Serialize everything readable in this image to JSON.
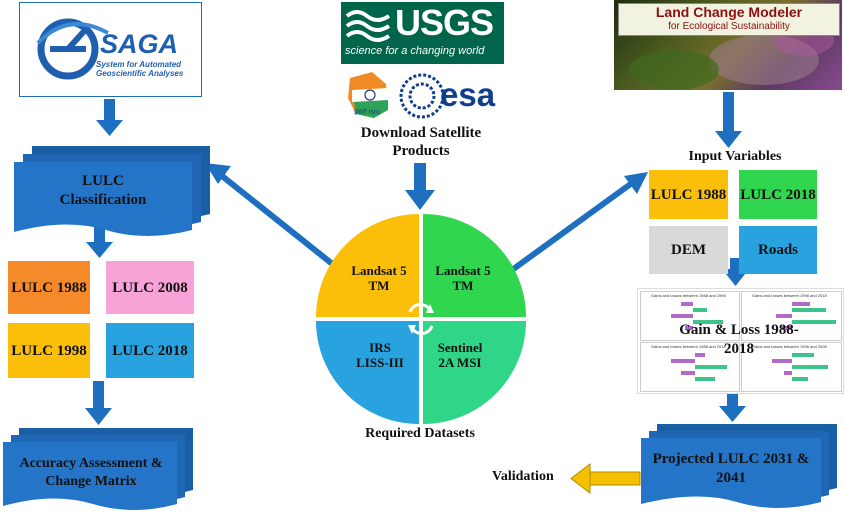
{
  "logos": {
    "saga": {
      "name": "SAGA",
      "subtitle": "System for Automated Geoscientific Analyses"
    },
    "usgs": {
      "name": "USGS",
      "tagline": "science for a changing world"
    },
    "esa": {
      "name": "esa"
    },
    "isro": {
      "name": "इसरो isro"
    },
    "lcm": {
      "title": "Land Change Modeler",
      "subtitle": "for Ecological Sustainability"
    }
  },
  "center": {
    "download_label": "Download Satellite Products",
    "required_label": "Required Datasets",
    "quadrants": {
      "tl": "Landsat 5 TM",
      "tr": "Landsat 5 TM",
      "bl": "IRS LISS-III",
      "br": "Sentinel 2A MSI"
    }
  },
  "left": {
    "classification": "LULC Classification",
    "lulc_1988": "LULC 1988",
    "lulc_2008": "LULC 2008",
    "lulc_1998": "LULC 1998",
    "lulc_2018": "LULC 2018",
    "accuracy": "Accuracy Assessment & Change Matrix"
  },
  "right": {
    "input_variables": "Input Variables",
    "lulc_1988": "LULC 1988",
    "lulc_2018": "LULC 2018",
    "dem": "DEM",
    "roads": "Roads",
    "gain_loss": "Gain & Loss 1988-2018",
    "chart_titles": [
      "Gains and losses between 1988 and 1998",
      "Gains and losses between 1998 and 2018",
      "Gains and losses between 1988 and 2018",
      "Gains and losses between 1998 and 2008"
    ],
    "projected": "Projected LULC 2031 & 2041",
    "validation": "Validation"
  },
  "colors": {
    "yellow": "#fbbf0a",
    "green": "#2fd64e",
    "orange": "#f58a2a",
    "pink": "#f7a3d8",
    "blue": "#29a3e0",
    "gray": "#d9d9d9",
    "doc_blue": "#1e70c0",
    "arrow_blue": "#1e6fc0"
  }
}
